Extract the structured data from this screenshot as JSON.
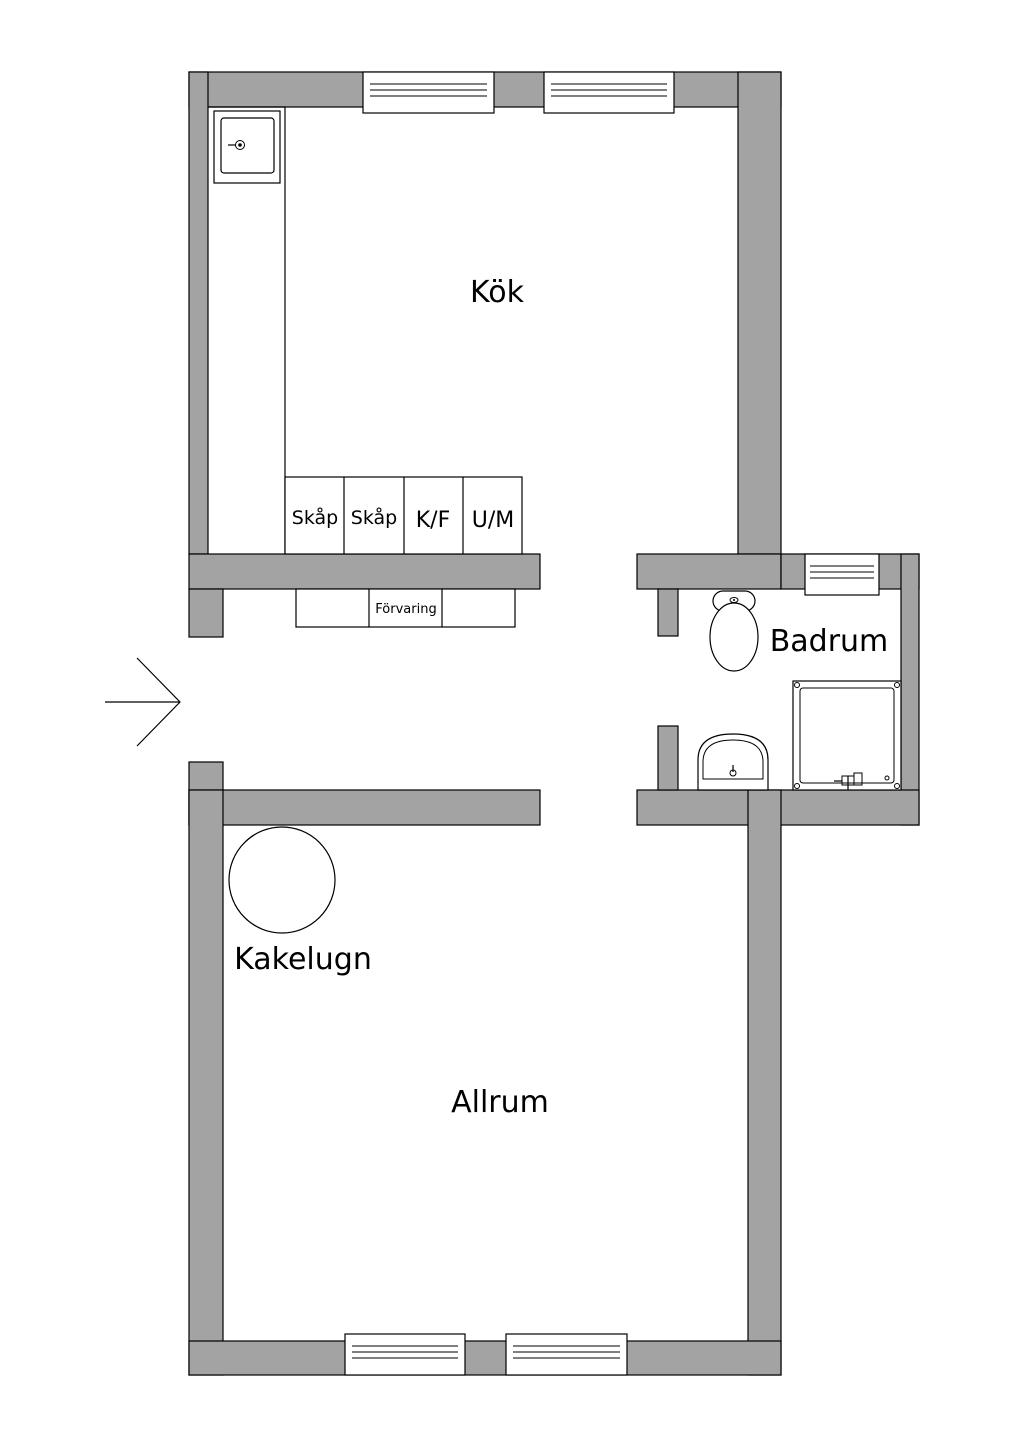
{
  "rooms": {
    "kitchen": "Kök",
    "living_room": "Allrum",
    "bathroom": "Badrum",
    "stove": "Kakelugn"
  },
  "fixtures": {
    "cabinet_1": "Skåp",
    "cabinet_2": "Skåp",
    "fridge_freezer": "K/F",
    "oven_microwave": "U/M",
    "storage": "Förvaring"
  },
  "colors": {
    "wall": "#a3a3a3",
    "line": "#000000",
    "background": "#ffffff"
  },
  "icons": {
    "entrance": "entrance-arrow-icon",
    "sink": "sink-icon",
    "toilet": "toilet-icon",
    "washbasin": "washbasin-icon",
    "shower": "shower-icon",
    "stove": "tiled-stove-icon"
  }
}
